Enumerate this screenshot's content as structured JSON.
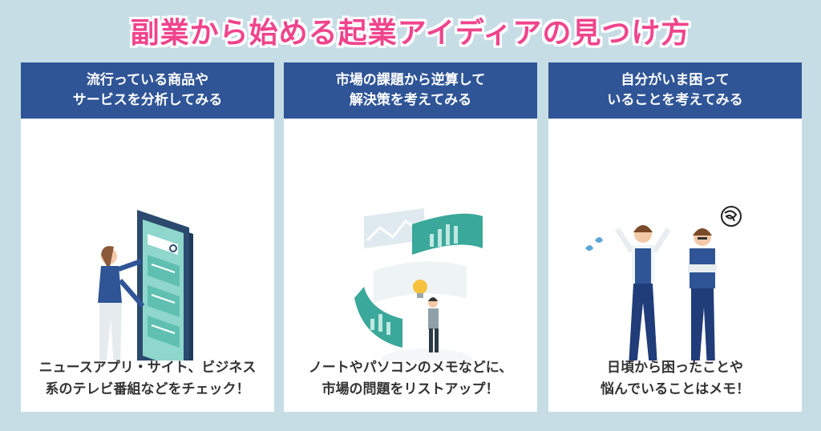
{
  "title": "副業から始める起業アイディアの見つけ方",
  "cards": [
    {
      "header_line1": "流行っている商品や",
      "header_line2": "サービスを分析してみる",
      "footer_line1": "ニュースアプリ・サイト、ビジネス",
      "footer_line2": "系のテレビ番組などをチェック！",
      "illustration": "woman-with-smartphone"
    },
    {
      "header_line1": "市場の課題から逆算して",
      "header_line2": "解決策を考えてみる",
      "footer_line1": "ノートやパソコンのメモなどに、",
      "footer_line2": "市場の問題をリストアップ！",
      "illustration": "man-in-spiral-charts"
    },
    {
      "header_line1": "自分がいま困って",
      "header_line2": "いることを考えてみる",
      "footer_line1": "日頃から困ったことや",
      "footer_line2": "悩んでいることはメモ！",
      "illustration": "two-troubled-men"
    }
  ],
  "colors": {
    "background": "#c6dde5",
    "title": "#f0448c",
    "header": "#2f5597",
    "teal": "#3aa89a"
  }
}
